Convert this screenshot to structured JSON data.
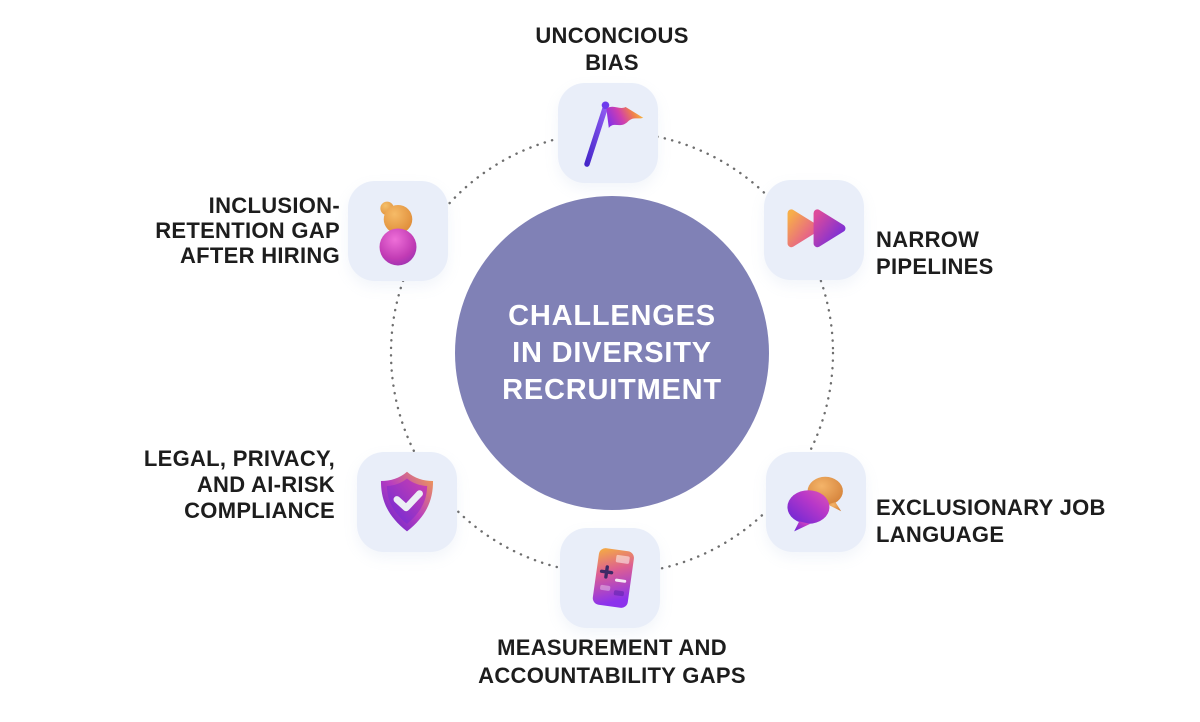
{
  "center": {
    "lines": [
      "CHALLENGES",
      "IN DIVERSITY",
      "RECRUITMENT"
    ]
  },
  "items": [
    {
      "id": "unconcious-bias",
      "icon": "flag-icon",
      "lines": [
        "UNCONCIOUS",
        "BIAS"
      ]
    },
    {
      "id": "narrow-pipelines",
      "icon": "fast-forward-icon",
      "lines": [
        "NARROW",
        "PIPELINES"
      ]
    },
    {
      "id": "exclusionary-job-language",
      "icon": "speech-bubbles-icon",
      "lines": [
        "EXCLUSIONARY JOB",
        "LANGUAGE"
      ]
    },
    {
      "id": "measurement-accountability-gaps",
      "icon": "calculator-icon",
      "lines": [
        "MEASUREMENT AND",
        "ACCOUNTABILITY GAPS"
      ]
    },
    {
      "id": "legal-privacy-ai-risk-compliance",
      "icon": "shield-check-icon",
      "lines": [
        "LEGAL, PRIVACY,",
        "AND AI-RISK",
        "COMPLIANCE"
      ]
    },
    {
      "id": "inclusion-retention-gap-after-hiring",
      "icon": "person-icon",
      "lines": [
        "INCLUSION-",
        "RETENTION GAP",
        "AFTER HIRING"
      ]
    }
  ],
  "colors": {
    "background": "#FFFFFF",
    "center_circle": "#8081B6",
    "center_text": "#FFFFFF",
    "tile_background": "#E9EEF9",
    "label_text": "#1D1D1D",
    "dotted_ring": "#6E6E6E",
    "gradient_orange": "#F6B03E",
    "gradient_pink": "#DD4B9B",
    "gradient_purple": "#6C2AE0"
  }
}
